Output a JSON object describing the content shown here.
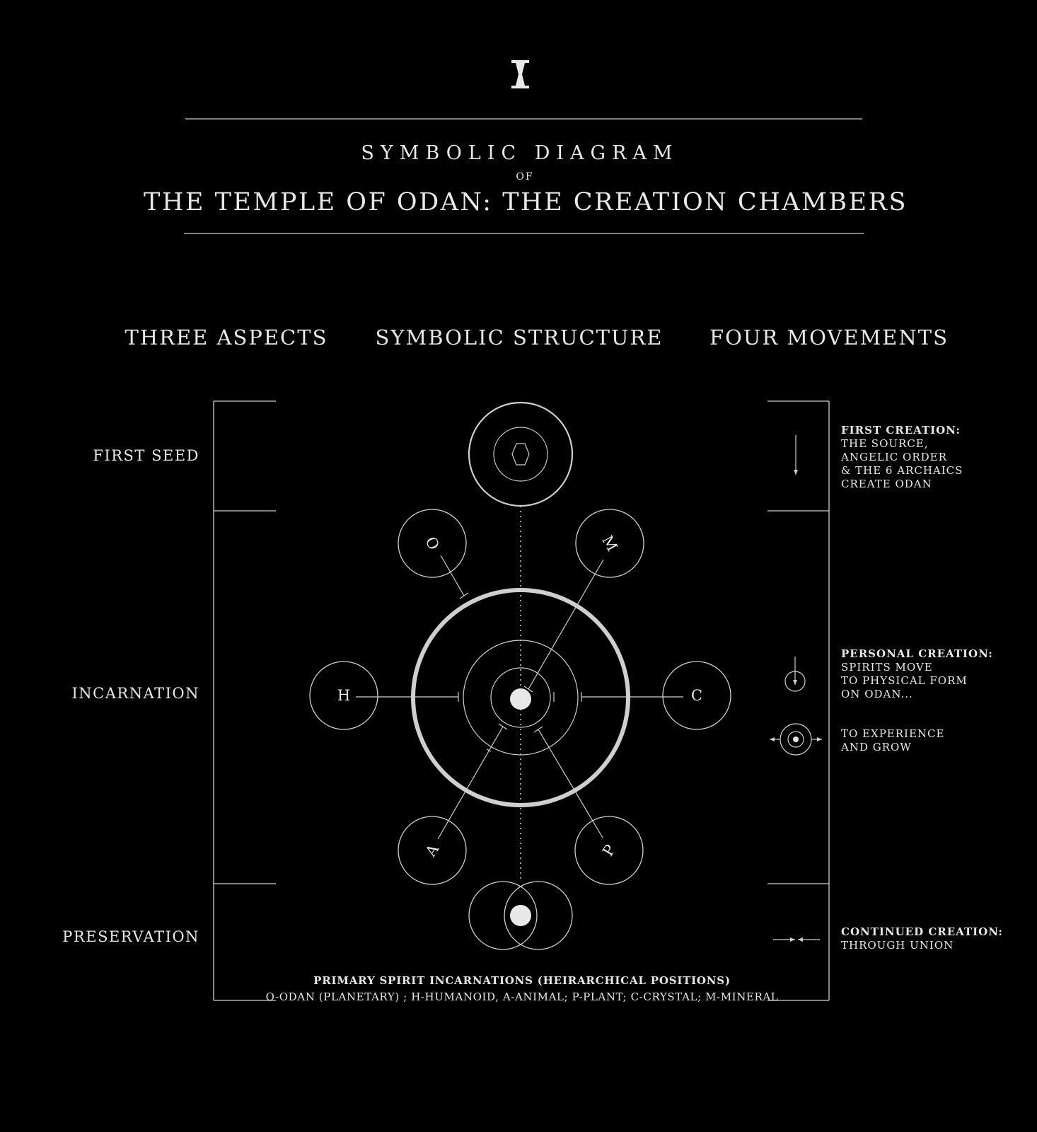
{
  "header": {
    "title_line1": "SYMBOLIC DIAGRAM",
    "title_of": "OF",
    "title_main": "THE TEMPLE OF ODAN: THE CREATION CHAMBERS"
  },
  "columns": {
    "left": "THREE ASPECTS",
    "center": "SYMBOLIC STRUCTURE",
    "right": "FOUR MOVEMENTS"
  },
  "aspects": [
    "FIRST SEED",
    "INCARNATION",
    "PRESERVATION"
  ],
  "spirits": {
    "o": "O",
    "m": "M",
    "h": "H",
    "c": "C",
    "a": "A",
    "p": "P"
  },
  "movements": {
    "first": {
      "title": "FIRST CREATION:",
      "lines": [
        "THE SOURCE,",
        "ANGELIC ORDER",
        "& THE 6 ARCHAICS",
        "CREATE ODAN"
      ]
    },
    "personal": {
      "title": "PERSONAL CREATION:",
      "lines": [
        "SPIRITS MOVE",
        "TO PHYSICAL FORM",
        "ON ODAN..."
      ]
    },
    "experience": {
      "lines": [
        "TO EXPERIENCE",
        "AND GROW"
      ]
    },
    "continued": {
      "title": "CONTINUED CREATION:",
      "lines": [
        "THROUGH UNION"
      ]
    }
  },
  "legend": {
    "title": "PRIMARY SPIRIT INCARNATIONS (HEIRARCHICAL POSITIONS)",
    "text": "O-ODAN (PLANETARY) ; H-HUMANOID, A-ANIMAL; P-PLANT; C-CRYSTAL; M-MINERAL"
  },
  "colors": {
    "background": "#000000",
    "foreground": "#e8e8e8"
  },
  "icons": [
    "hourglass-icon",
    "hexagon-icon",
    "arrow-down-icon",
    "target-icon",
    "converging-arrows-icon"
  ]
}
